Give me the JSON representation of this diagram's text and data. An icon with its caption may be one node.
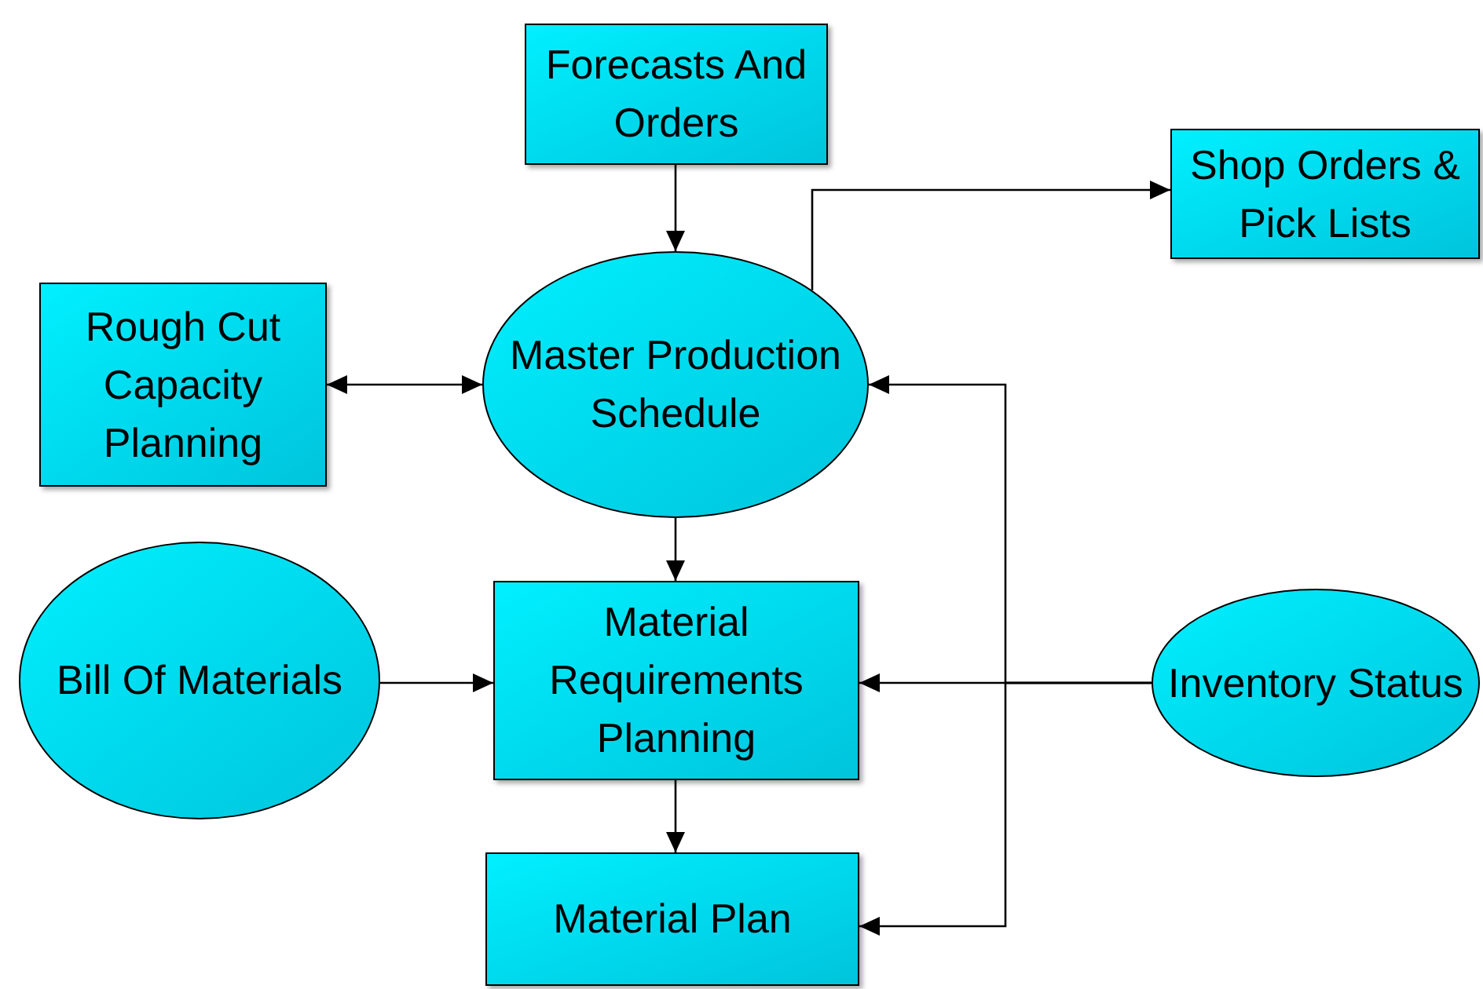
{
  "diagram": {
    "nodes": [
      {
        "text": [
          "Forecasts And Orders"
        ]
      },
      {
        "text": [
          "Shop Orders & Pick Lists"
        ]
      },
      {
        "text": [
          "Rough Cut Capacity Planning"
        ]
      },
      {
        "text": [
          "Master Production Schedule"
        ]
      },
      {
        "text": [
          "Bill Of Materials"
        ]
      },
      {
        "text": [
          "Material Requirements Planning"
        ]
      },
      {
        "text": [
          "Inventory Status"
        ]
      },
      {
        "text": [
          "Material Plan"
        ]
      }
    ],
    "edges": [
      {
        "from": 0,
        "to": 3,
        "arrow": "to"
      },
      {
        "from": 3,
        "to": 1,
        "arrow": "to"
      },
      {
        "from": 2,
        "to": 3,
        "arrow": "both"
      },
      {
        "from": 3,
        "to": 5,
        "arrow": "to"
      },
      {
        "from": 4,
        "to": 5,
        "arrow": "to"
      },
      {
        "from": 6,
        "to": 5,
        "arrow": "to"
      },
      {
        "from": 6,
        "to": 3,
        "arrow": "to"
      },
      {
        "from": 6,
        "to": 7,
        "arrow": "to"
      },
      {
        "from": 5,
        "to": 7,
        "arrow": "to"
      }
    ]
  }
}
